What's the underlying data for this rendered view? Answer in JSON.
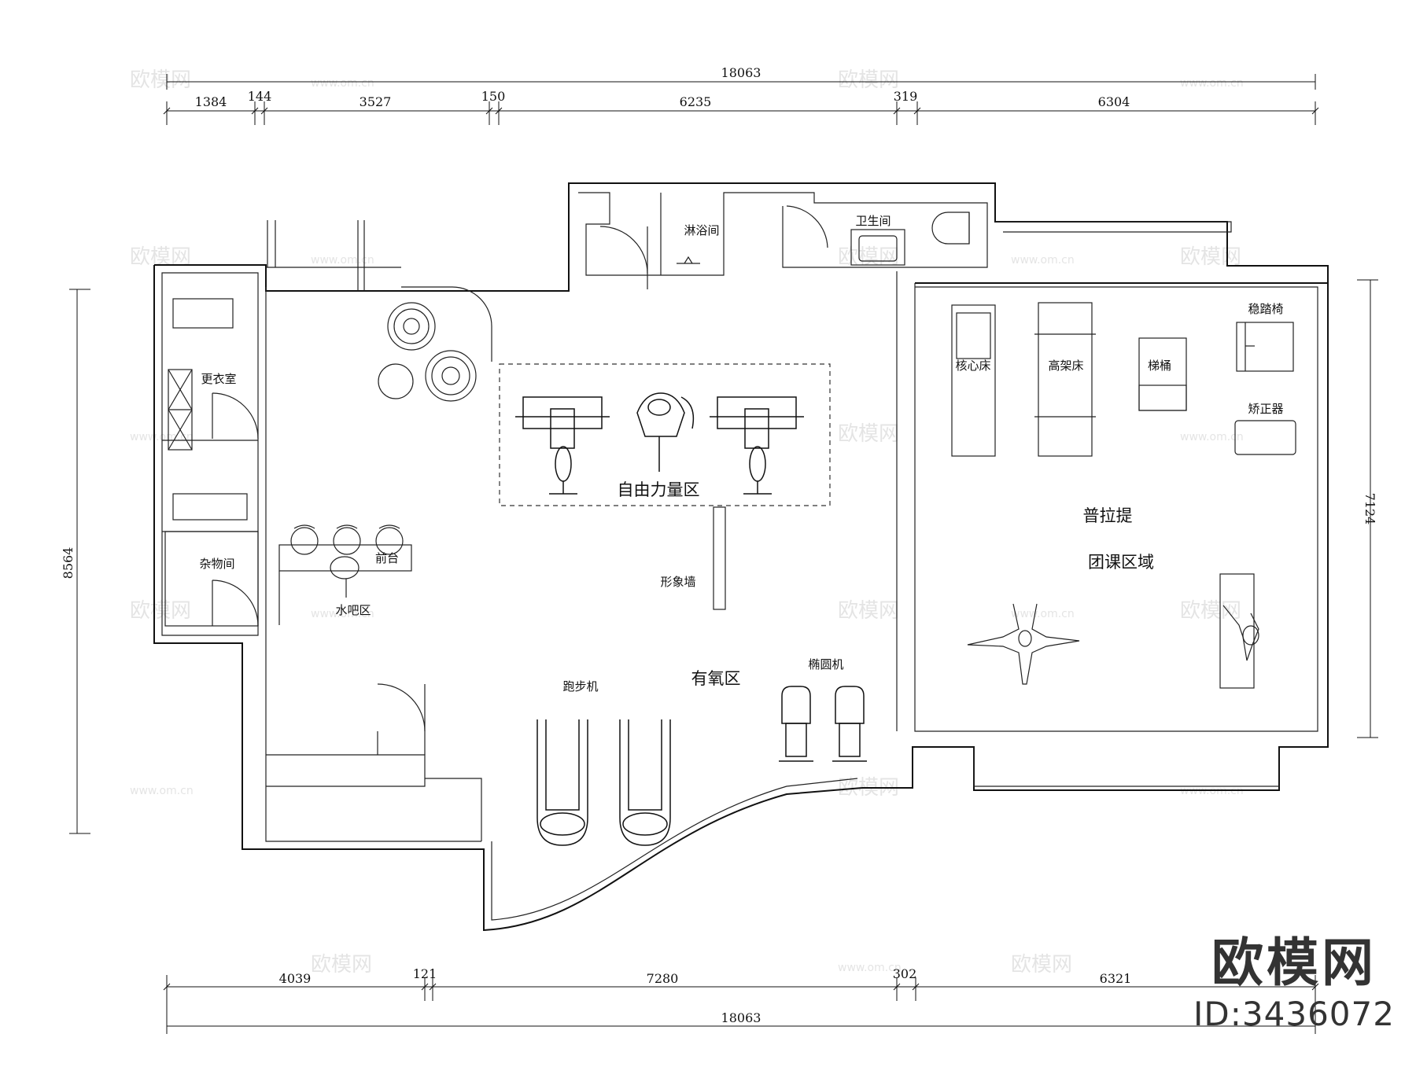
{
  "dimensions": {
    "top_total": "18063",
    "top": [
      "1384",
      "144",
      "3527",
      "150",
      "6235",
      "319",
      "6304"
    ],
    "bottom": [
      "4039",
      "121",
      "7280",
      "302",
      "6321"
    ],
    "bottom_total": "18063",
    "left": "8564",
    "right": "7124"
  },
  "rooms": {
    "changing_room": "更衣室",
    "storage": "杂物间",
    "front_desk": "前台",
    "water_bar": "水吧区",
    "shower": "淋浴间",
    "restroom": "卫生间",
    "free_weights": "自由力量区",
    "image_wall": "形象墙",
    "cardio": "有氧区",
    "treadmill": "跑步机",
    "elliptical": "椭圆机",
    "pilates": "普拉提",
    "group_class": "团课区域",
    "core_bed": "核心床",
    "cadillac": "高架床",
    "barrel": "梯桶",
    "stability_chair": "稳踏椅",
    "corrector": "矫正器"
  },
  "watermark": {
    "brand": "欧模网",
    "url": "www.om.cn",
    "id": "ID:3436072"
  }
}
